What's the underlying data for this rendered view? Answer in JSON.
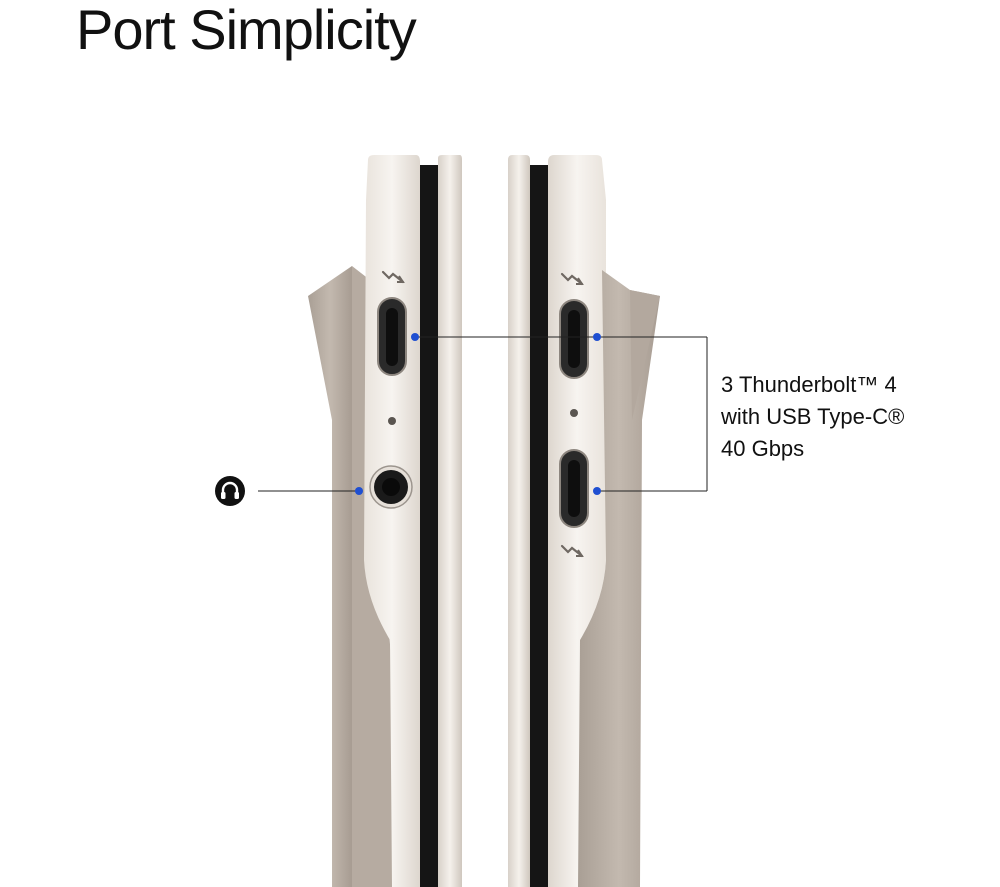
{
  "heading": {
    "title": "Port Simplicity"
  },
  "callout": {
    "line1": "3 Thunderbolt™ 4",
    "line2": "with USB Type-C®",
    "line3": "40 Gbps"
  },
  "icons": {
    "headphone": "headphone-icon",
    "thunderbolt": "thunderbolt-icon"
  },
  "colors": {
    "accent_dot": "#1f4fd1",
    "chassis_light": "#ece6e1",
    "chassis_dark": "#b7aca2",
    "bezel": "#141414"
  }
}
